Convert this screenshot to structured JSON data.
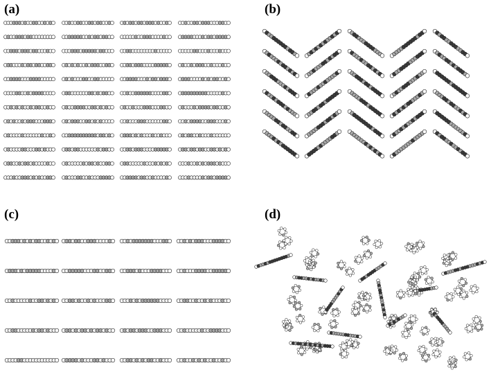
{
  "panels": [
    {
      "id": "a",
      "label": "(a)"
    },
    {
      "id": "b",
      "label": "(b)"
    },
    {
      "id": "c",
      "label": "(c)"
    },
    {
      "id": "d",
      "label": "(d)"
    }
  ],
  "colors": {
    "background": "#ffffff",
    "atom_fill_light": "#f2f2f2",
    "atom_fill_mid": "#a8a8a8",
    "atom_fill_dark": "#3a3a3a",
    "bond": "#444444"
  }
}
